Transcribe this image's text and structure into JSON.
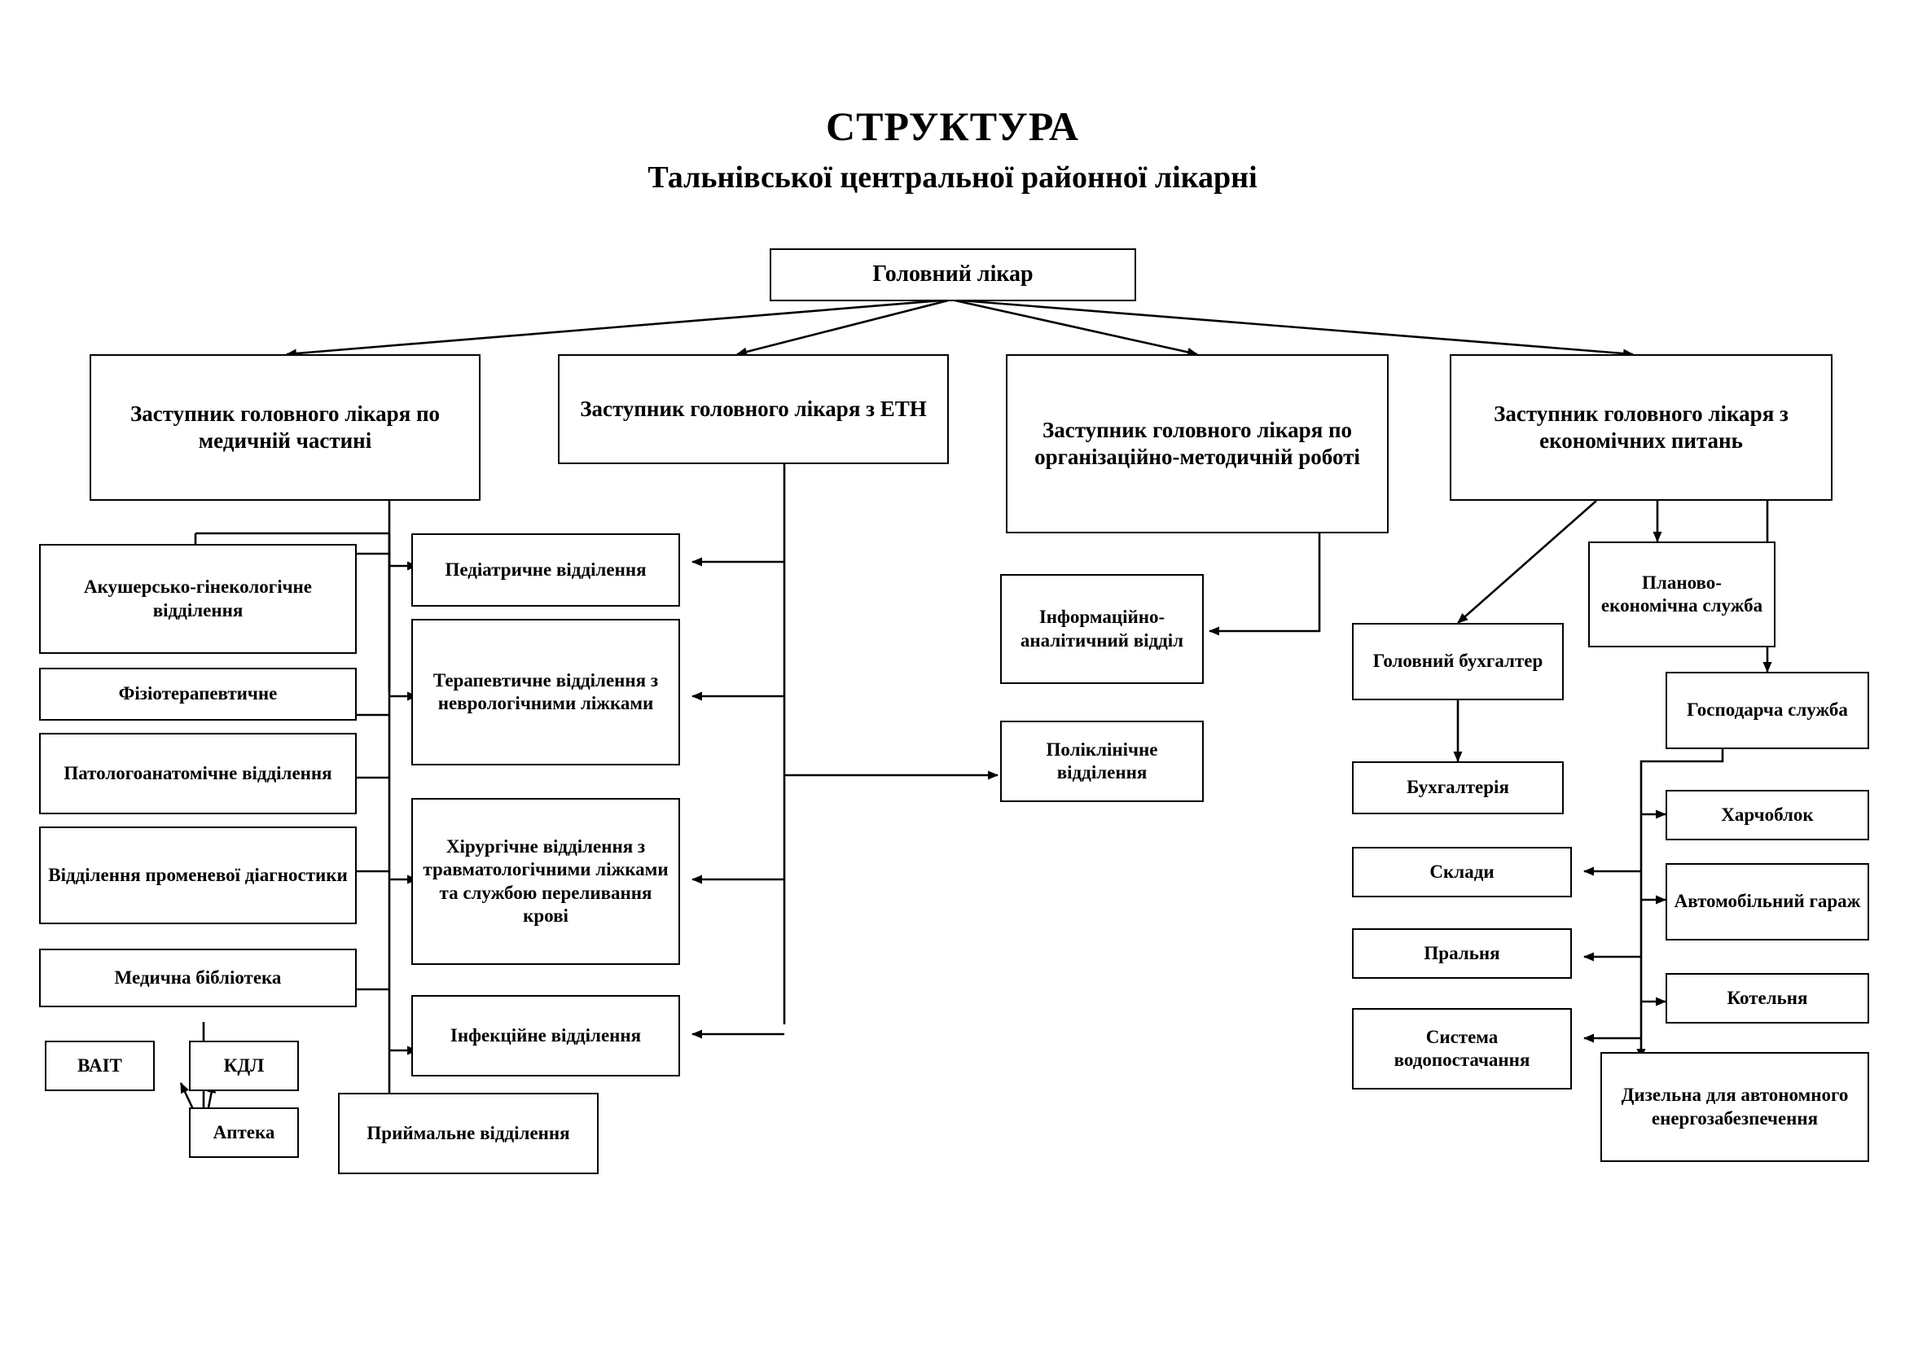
{
  "title": {
    "line1": "СТРУКТУРА",
    "line2": "Тальнівської центральної районної лікарні"
  },
  "root": {
    "label": "Головний лікар"
  },
  "deputies": [
    {
      "id": "dep-medical",
      "label": "Заступник головного лікаря по медичній частині"
    },
    {
      "id": "dep-etn",
      "label": "Заступник головного лікаря з ЕТН"
    },
    {
      "id": "dep-orgmethod",
      "label": "Заступник головного лікаря по організаційно-методичній роботі"
    },
    {
      "id": "dep-economic",
      "label": "Заступник головного лікаря з економічних питань"
    }
  ],
  "medical_units": [
    {
      "id": "obgyn",
      "label": "Акушерсько-гінекологічне відділення"
    },
    {
      "id": "physio",
      "label": "Фізіотерапевтичне"
    },
    {
      "id": "pathology",
      "label": "Патологоанатомічне відділення"
    },
    {
      "id": "radiology",
      "label": "Відділення променевої діагностики"
    },
    {
      "id": "library",
      "label": "Медична бібліотека"
    },
    {
      "id": "vait",
      "label": "ВАІТ"
    },
    {
      "id": "kdl",
      "label": "КДЛ"
    },
    {
      "id": "pharmacy",
      "label": "Аптека"
    }
  ],
  "clinical_units": [
    {
      "id": "pediatric",
      "label": "Педіатричне відділення"
    },
    {
      "id": "therapy",
      "label": "Терапевтичне відділення з неврологічними ліжками"
    },
    {
      "id": "surgery",
      "label": "Хірургічне відділення з травматологічними ліжками та службою переливання крові"
    },
    {
      "id": "infectious",
      "label": "Інфекційне відділення"
    },
    {
      "id": "admission",
      "label": "Приймальне відділення"
    }
  ],
  "orgmethod_units": [
    {
      "id": "infoanalyt",
      "label": "Інформаційно-аналітичний відділ"
    },
    {
      "id": "polyclinic",
      "label": "Поліклінічне відділення"
    }
  ],
  "economic_units": [
    {
      "id": "chiefacct",
      "label": "Головний бухгалтер"
    },
    {
      "id": "planecon",
      "label": "Планово-економічна служба"
    },
    {
      "id": "accounting",
      "label": "Бухгалтерія"
    },
    {
      "id": "household",
      "label": "Господарча служба"
    },
    {
      "id": "foodblock",
      "label": "Харчоблок"
    },
    {
      "id": "warehouse",
      "label": "Склади"
    },
    {
      "id": "garage",
      "label": "Автомобільний гараж"
    },
    {
      "id": "laundry",
      "label": "Пральня"
    },
    {
      "id": "boiler",
      "label": "Котельня"
    },
    {
      "id": "watersys",
      "label": "Система водопостачання"
    },
    {
      "id": "diesel",
      "label": "Дизельна для автономного енергозабезпечення"
    }
  ],
  "colors": {
    "line": "#000000",
    "box_border": "#000000",
    "background": "#ffffff",
    "text": "#000000"
  }
}
